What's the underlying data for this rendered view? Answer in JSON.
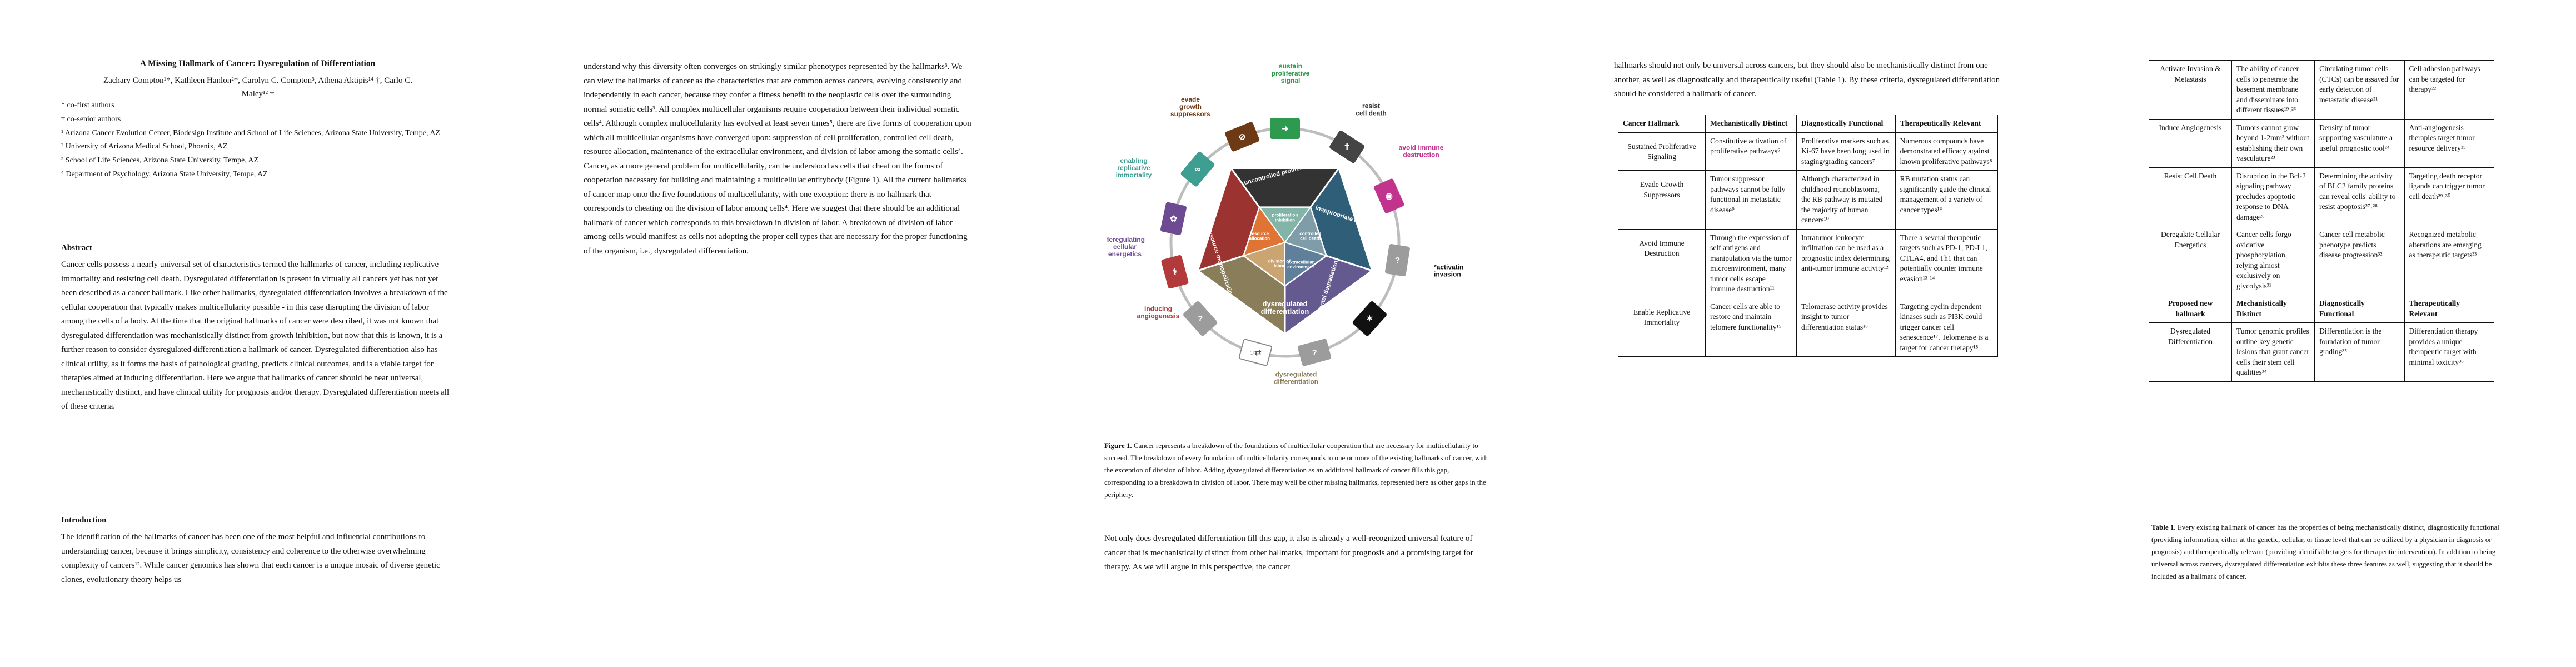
{
  "paper": {
    "title": "A Missing Hallmark of Cancer: Dysregulation of Differentiation",
    "authors_line1": "Zachary Compton¹*, Kathleen Hanlon²*, Carolyn C. Compton³, Athena Aktipis¹⁴ †, Carlo C.",
    "authors_line2": "Maley¹² †",
    "affiliations": [
      "* co-first authors",
      "† co-senior authors",
      "¹ Arizona Cancer Evolution Center, Biodesign Institute and School of Life Sciences, Arizona State University, Tempe, AZ",
      "² University of Arizona Medical School, Phoenix, AZ",
      "³ School of Life Sciences, Arizona State University, Tempe, AZ",
      "⁴ Department of Psychology, Arizona State University, Tempe, AZ"
    ],
    "abstract_heading": "Abstract",
    "abstract": "Cancer cells possess a nearly universal set of characteristics termed the hallmarks of cancer, including replicative immortality and resisting cell death. Dysregulated differentiation is present in virtually all cancers yet has not yet been described as a cancer hallmark. Like other hallmarks, dysregulated differentiation involves a breakdown of the cellular cooperation that typically makes multicellularity possible - in this case disrupting the division of labor among the cells of a body. At the time that the original hallmarks of cancer were described, it was not known that dysregulated differentiation was mechanistically distinct from growth inhibition, but now that this is known, it is a further reason to consider dysregulated differentiation a hallmark of cancer. Dysregulated differentiation also has clinical utility, as it forms the basis of pathological grading, predicts clinical outcomes, and is a viable target for therapies aimed at inducing differentiation. Here we argue that hallmarks of cancer should be near universal, mechanistically distinct, and have clinical utility for prognosis and/or therapy. Dysregulated differentiation meets all of these criteria.",
    "intro_heading": "Introduction",
    "intro": "The identification of the hallmarks of cancer has been one of the most helpful and influential contributions to understanding cancer, because it brings simplicity, consistency and coherence to the otherwise overwhelming complexity of cancers¹². While cancer genomics has shown that each cancer is a unique mosaic of diverse genetic clones, evolutionary theory helps us",
    "page2_text": "understand why this diversity often converges on strikingly similar phenotypes represented by the hallmarks³. We can view the hallmarks of cancer as the characteristics that are common across cancers, evolving consistently and independently in each cancer, because they confer a fitness benefit to the neoplastic cells over the surrounding normal somatic cells³. All complex multicellular organisms require cooperation between their individual somatic cells⁴. Although complex multicellularity has evolved at least seven times⁵, there are five forms of cooperation upon which all multicellular organisms have converged upon: suppression of cell proliferation, controlled cell death, resource allocation, maintenance of the extracellular environment, and division of labor among the somatic cells⁴. Cancer, as a more general problem for multicellularity, can be understood as cells that cheat on the forms of cooperation necessary for building and maintaining a multicellular entitybody (Figure 1). All the current hallmarks of cancer map onto the five foundations of multicellularity, with one exception: there is no hallmark that corresponds to cheating on the division of labor among cells⁴. Here we suggest that there should be an additional hallmark of cancer which corresponds to this breakdown in division of labor. A breakdown of division of labor among cells would manifest as cells not adopting the proper cell types that are necessary for the proper functioning of the organism, i.e., dysregulated differentiation.",
    "figure_caption_label": "Figure 1.",
    "figure_caption": " Cancer represents a breakdown of the foundations of multicellular cooperation that are necessary for multicellularity to succeed. The breakdown of every foundation of multicellularity corresponds to one or more of the existing hallmarks of cancer, with the exception of division of labor. Adding dysregulated differentiation as an additional hallmark of cancer fills this gap, corresponding to a breakdown in division of labor. There may well be other missing hallmarks, represented here as other gaps in the periphery.",
    "page3_text": "Not only does dysregulated differentiation fill this gap, it also is already a well-recognized universal feature of cancer that is mechanistically distinct from other hallmarks, important for prognosis and a promising target for therapy. As we will argue in this perspective, the cancer",
    "page4_text": "hallmarks should not only be universal across cancers, but they should also be mechanistically distinct from one another, as well as diagnostically and therapeutically useful (Table 1). By these criteria, dysregulated differentiation should be considered a hallmark of cancer.",
    "table_caption_label": "Table 1.",
    "table_caption": " Every existing hallmark of cancer has the properties of being mechanistically distinct, diagnostically functional (providing information, either at the genetic, cellular, or tissue level that can be utilized by a physician in diagnosis or prognosis) and therapeutically relevant (providing identifiable targets for therapeutic intervention). In addition to being universal across cancers, dysregulated differentiation exhibits these three features as well, suggesting that it should be included as a hallmark of cancer."
  },
  "table": {
    "headers": [
      "Cancer Hallmark",
      "Mechanistically Distinct",
      "Diagnostically Functional",
      "Therapeutically Relevant"
    ],
    "rows_page4": [
      [
        "Sustained Proliferative Signaling",
        "Constitutive activation of proliferative pathways⁶",
        "Proliferative markers such as Ki-67 have been long used in staging/grading cancers⁷",
        "Numerous compounds have demonstrated efficacy against known proliferative pathways⁸"
      ],
      [
        "Evade Growth Suppressors",
        "Tumor suppressor pathways cannot be fully functional in metastatic disease⁹",
        "Although characterized in childhood retinoblastoma, the RB pathway is mutated the majority of human cancers¹⁰",
        "RB mutation status can significantly guide the clinical management of a variety of cancer types¹⁰"
      ],
      [
        "Avoid Immune Destruction",
        "Through the expression of self antigens and manipulation via the tumor microenvironment, many tumor cells escape immune destruction¹¹",
        "Intratumor leukocyte infiltration can be used as a prognostic index determining anti-tumor immune activity¹²",
        "There a several therapeutic targets such as PD-1, PD-L1, CTLA4, and Th1 that can potentially counter immune evasion¹³˒¹⁴"
      ],
      [
        "Enable Replicative Immortality",
        "Cancer cells are able to restore and maintain telomere functionality¹⁵",
        "Telomerase activity provides insight to tumor differentiation status¹⁶",
        "Targeting cyclin dependent kinases such as PI3K could trigger cancer cell senescence¹⁷. Telomerase is a target for cancer therapy¹⁸"
      ]
    ],
    "rows_page5": [
      [
        "Activate Invasion & Metastasis",
        "The ability of cancer cells to penetrate the basement membrane and disseminate into different tissues¹⁹˒²⁰",
        "Circulating tumor cells (CTCs) can be assayed for early detection of metastatic disease²¹",
        "Cell adhesion pathways can be targeted for therapy²²"
      ],
      [
        "Induce Angiogenesis",
        "Tumors cannot grow beyond 1-2mm³ without establishing their own vasculature²³",
        "Density of tumor supporting vasculature a useful prognostic tool²⁴",
        "Anti-angiogenesis therapies target tumor resource delivery²⁵"
      ],
      [
        "Resist Cell Death",
        "Disruption in the Bcl-2 signaling pathway precludes apoptotic response to DNA damage²⁶",
        "Determining the activity of BLC2 family proteins can reveal cells' ability to resist apoptosis²⁷˒²⁸",
        "Targeting death receptor ligands can trigger tumor cell death²⁹˒³⁰"
      ],
      [
        "Deregulate Cellular Energetics",
        "Cancer cells forgo oxidative phosphorylation, relying almost exclusively on glycolysis³¹",
        "Cancer cell metabolic phenotype predicts disease progression³²",
        "Recognized metabolic alterations are emerging as therapeutic targets³³"
      ]
    ],
    "proposed_headers": [
      "Proposed new hallmark",
      "Mechanistically Distinct",
      "Diagnostically Functional",
      "Therapeutically Relevant"
    ],
    "proposed_row": [
      "Dysregulated Differentiation",
      "Tumor genomic profiles outline key genetic lesions that grant cancer cells their stem cell qualities³⁴",
      "Differentiation is the foundation of tumor grading³⁵",
      "Differentiation therapy provides a unique therapeutic target with minimal toxicity³⁶"
    ]
  },
  "figure": {
    "outer_labels": {
      "sustain": "sustain\nproliferative\nsignal",
      "resist": "resist\ncell death",
      "avoid": "avoid immune\ndestruction",
      "activating": "*activating\ninvasion",
      "evade": "evade\ngrowth\nsuppressors",
      "enabling": "enabling\nreplicative\nimmortality",
      "dereg": "deregulating\ncellular\nenergetics",
      "inducing": "inducing\nangiogenesis",
      "dysreg_outer": "dysregulated\ndifferentiation"
    },
    "segment_labels": {
      "uncontrolled": "uncontrolled proliferation",
      "inappropriate": "inappropriate cell survival",
      "resource": "resource monopolization",
      "environmental": "environmental degradation",
      "dysregulated": "dysregulated\ndifferentiation"
    },
    "inner_labels": {
      "prolif": "proliferation\ninhibition",
      "celldeath": "controlled\ncell death",
      "extracell": "extracellular\nenvironment",
      "resalloc": "resource\nallocation",
      "division": "division of\nlabor"
    },
    "colors": {
      "top": "#333333",
      "upper_right": "#2e5e78",
      "lower_right": "#655a8f",
      "bottom": "#8a7d5a",
      "left": "#9b3330",
      "inner_top": "#82b5a8",
      "inner_right": "#7f9da8",
      "inner_lower_right": "#5f7f9b",
      "inner_bottom": "#caa572",
      "inner_left": "#e07435",
      "green": "#2e9a4f",
      "magenta": "#c2338e",
      "brown": "#6e3a16",
      "teal": "#3e9e91",
      "purple": "#6e4a93",
      "red": "#b23a3a",
      "gray_tile": "#9c9c9c",
      "black_tile": "#111111",
      "ring": "#bdbdbd"
    }
  }
}
